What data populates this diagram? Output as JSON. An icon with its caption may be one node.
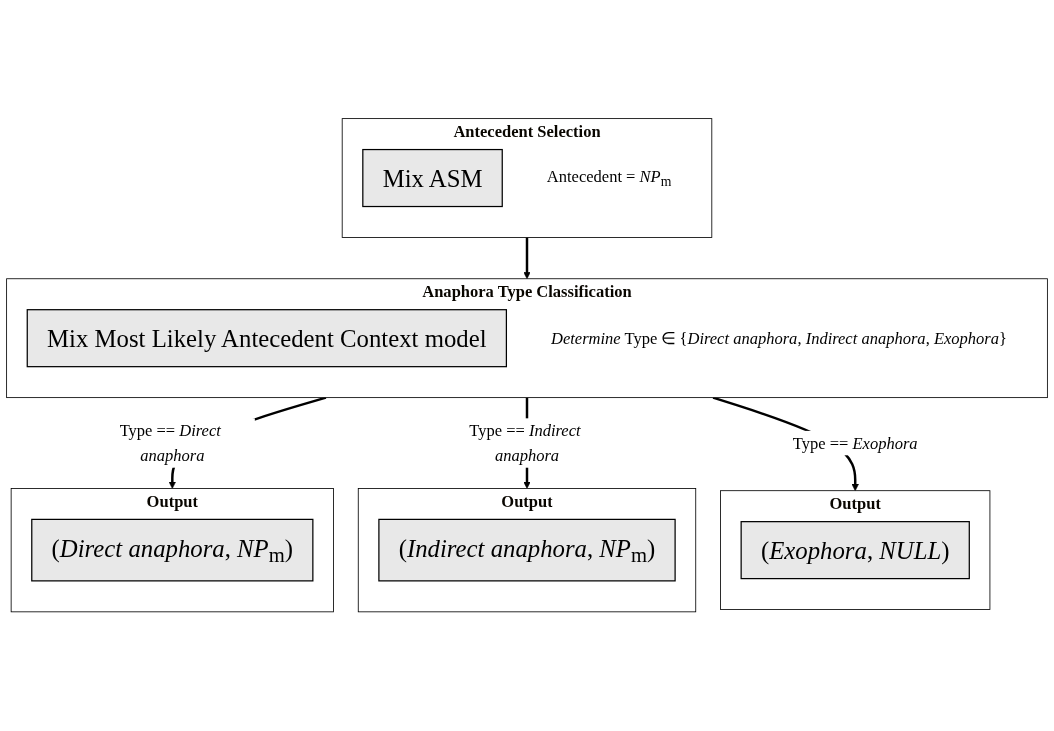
{
  "diagram": {
    "nodes": [
      {
        "text": [
          "Antecedent Selection"
        ]
      },
      {
        "text": [
          "Mix ASM"
        ],
        "in": 0
      },
      {
        "text": [
          "Antecedent = *NP*$_{m}$"
        ],
        "in": 0
      },
      {
        "text": [
          "Anaphora Type Classification"
        ]
      },
      {
        "text": [
          "Mix Most Likely Antecedent Context model"
        ],
        "in": 3
      },
      {
        "text": [
          "*Determine* Type ∈ {*Direct anaphora*, *Indirect anaphora*, *Exophora*}"
        ],
        "in": 3
      },
      {
        "text": [
          "Output"
        ]
      },
      {
        "text": [
          "(*Direct anaphora*, *NP*$_{m}$)"
        ],
        "in": 6
      },
      {
        "text": [
          "Output"
        ]
      },
      {
        "text": [
          "(*Indirect anaphora*, *NP*$_{m}$)"
        ],
        "in": 8
      },
      {
        "text": [
          "Output"
        ]
      },
      {
        "text": [
          "(*Exophora*, *NULL*)"
        ],
        "in": 10
      }
    ],
    "edges": [
      {
        "from": 0,
        "to": 3,
        "arrow": "to"
      },
      {
        "from": 3,
        "to": 6,
        "arrow": "to",
        "label": "Type == *Direct anaphora*"
      },
      {
        "from": 3,
        "to": 8,
        "arrow": "to",
        "label": "Type == *Indirect anaphora*"
      },
      {
        "from": 3,
        "to": 10,
        "arrow": "to",
        "label": "Type == *Exophora*"
      }
    ]
  }
}
